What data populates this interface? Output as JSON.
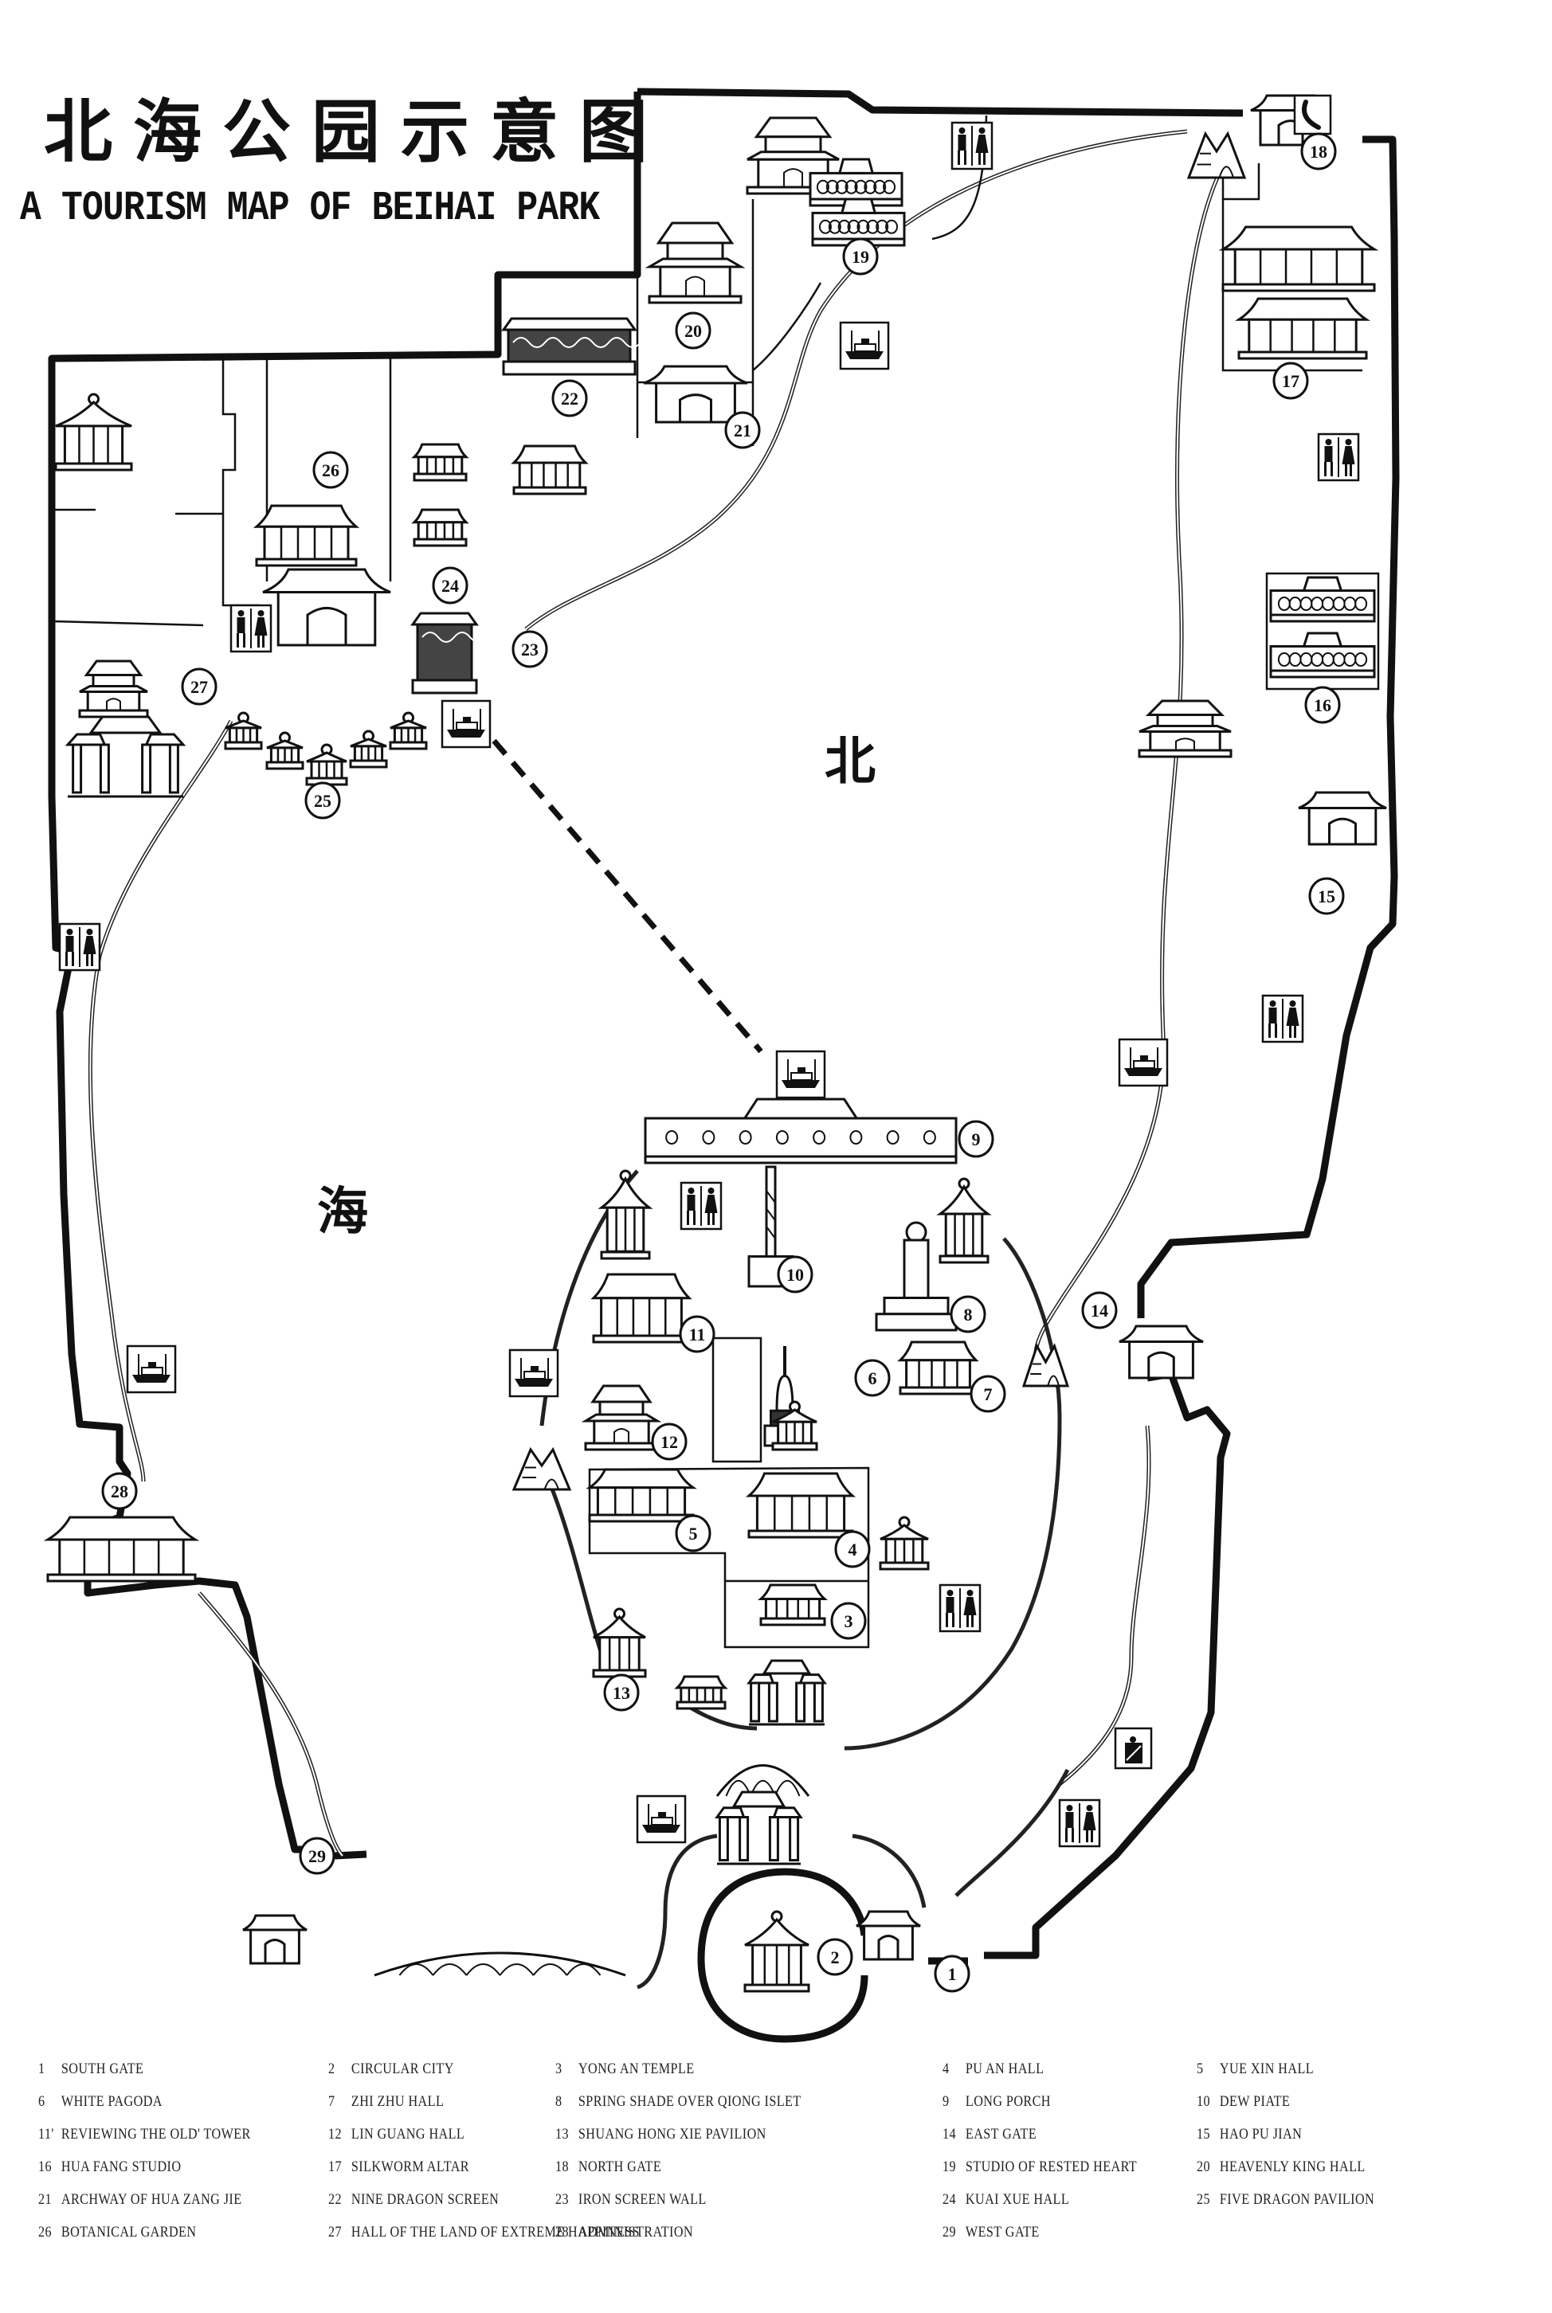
{
  "title": {
    "chinese": "北海公园示意图",
    "english": "A TOURISM MAP OF BEIHAI PARK"
  },
  "lake_labels": {
    "north_char": "北",
    "sea_char": "海"
  },
  "markers": [
    {
      "id": 1,
      "label": "1"
    },
    {
      "id": 2,
      "label": "2"
    },
    {
      "id": 3,
      "label": "3"
    },
    {
      "id": 4,
      "label": "4"
    },
    {
      "id": 5,
      "label": "5"
    },
    {
      "id": 6,
      "label": "6"
    },
    {
      "id": 7,
      "label": "7"
    },
    {
      "id": 8,
      "label": "8"
    },
    {
      "id": 9,
      "label": "9"
    },
    {
      "id": 10,
      "label": "10"
    },
    {
      "id": 11,
      "label": "11"
    },
    {
      "id": 12,
      "label": "12"
    },
    {
      "id": 13,
      "label": "13"
    },
    {
      "id": 14,
      "label": "14"
    },
    {
      "id": 15,
      "label": "15"
    },
    {
      "id": 16,
      "label": "16"
    },
    {
      "id": 17,
      "label": "17"
    },
    {
      "id": 18,
      "label": "18"
    },
    {
      "id": 19,
      "label": "19"
    },
    {
      "id": 20,
      "label": "20"
    },
    {
      "id": 21,
      "label": "21"
    },
    {
      "id": 22,
      "label": "22"
    },
    {
      "id": 23,
      "label": "23"
    },
    {
      "id": 24,
      "label": "24"
    },
    {
      "id": 25,
      "label": "25"
    },
    {
      "id": 26,
      "label": "26"
    },
    {
      "id": 27,
      "label": "27"
    },
    {
      "id": 28,
      "label": "28"
    },
    {
      "id": 29,
      "label": "29"
    }
  ],
  "facilities": {
    "toilet": "toilet-icon",
    "boat": "boat-dock-icon",
    "phone": "telephone-icon",
    "photo": "photo-service-icon"
  },
  "legend": [
    {
      "num": "1",
      "name": "SOUTH GATE"
    },
    {
      "num": "2",
      "name": "CIRCULAR CITY"
    },
    {
      "num": "3",
      "name": "YONG AN TEMPLE"
    },
    {
      "num": "4",
      "name": "PU AN HALL"
    },
    {
      "num": "5",
      "name": "YUE XIN HALL"
    },
    {
      "num": "6",
      "name": "WHITE PAGODA"
    },
    {
      "num": "7",
      "name": "ZHI ZHU HALL"
    },
    {
      "num": "8",
      "name": "SPRING SHADE OVER QIONG ISLET"
    },
    {
      "num": "9",
      "name": "LONG PORCH"
    },
    {
      "num": "10",
      "name": "DEW PIATE"
    },
    {
      "num": "11'",
      "name": "REVIEWING THE OLD' TOWER"
    },
    {
      "num": "12",
      "name": "LIN GUANG HALL"
    },
    {
      "num": "13",
      "name": "SHUANG HONG XIE PAVILION"
    },
    {
      "num": "14",
      "name": "EAST GATE"
    },
    {
      "num": "15",
      "name": "HAO PU JIAN"
    },
    {
      "num": "16",
      "name": "HUA FANG STUDIO"
    },
    {
      "num": "17",
      "name": "SILKWORM ALTAR"
    },
    {
      "num": "18",
      "name": "NORTH GATE"
    },
    {
      "num": "19",
      "name": "STUDIO OF RESTED HEART"
    },
    {
      "num": "20",
      "name": "HEAVENLY KING HALL"
    },
    {
      "num": "21",
      "name": "ARCHWAY OF HUA ZANG JIE"
    },
    {
      "num": "22",
      "name": "NINE DRAGON SCREEN"
    },
    {
      "num": "23",
      "name": "IRON SCREEN WALL"
    },
    {
      "num": "24",
      "name": "KUAI XUE HALL"
    },
    {
      "num": "25",
      "name": "FIVE DRAGON PAVILION"
    },
    {
      "num": "26",
      "name": "BOTANICAL GARDEN"
    },
    {
      "num": "27",
      "name": "HALL OF THE LAND OF EXTREME HAPPINESS"
    },
    {
      "num": "28",
      "name": "ADMINISTRATION"
    },
    {
      "num": "29",
      "name": "WEST GATE"
    }
  ]
}
